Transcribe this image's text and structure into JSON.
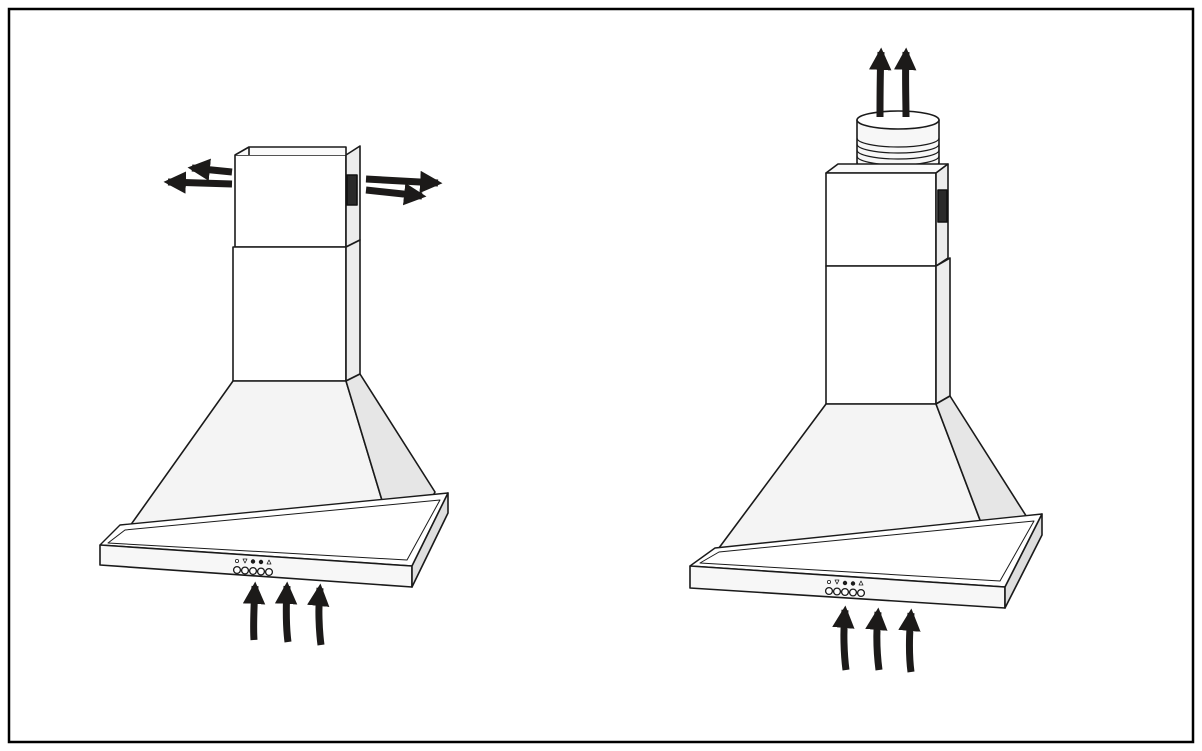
{
  "figure": {
    "border_color": "#000000",
    "line_color": "#1a1a1a",
    "arrow_color": "#1c1a19",
    "fill_color": "#f2f2f2",
    "dark_vent_color": "#2a2a2a"
  },
  "hoods": [
    {
      "mode": "recirculation",
      "exhaust_direction": "sideways",
      "exhaust_arrows": 4,
      "intake_arrows": 3,
      "control_buttons": 5,
      "icons": [
        "light-icon",
        "fan-low-icon",
        "fan-mid-icon",
        "fan-high-icon",
        "warning-icon"
      ]
    },
    {
      "mode": "extraction",
      "exhaust_direction": "up",
      "exhaust_arrows": 2,
      "intake_arrows": 3,
      "control_buttons": 5,
      "icons": [
        "light-icon",
        "fan-low-icon",
        "fan-mid-icon",
        "fan-high-icon",
        "warning-icon"
      ]
    }
  ]
}
